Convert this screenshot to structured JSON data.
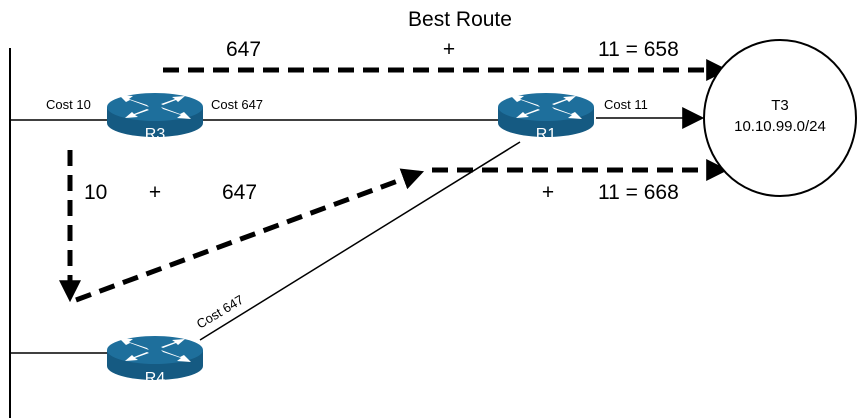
{
  "title": "Best Route",
  "colors": {
    "router_top": "#1e6f9c",
    "router_side": "#155a82",
    "line": "#000000",
    "background": "#ffffff"
  },
  "routers": {
    "r3": {
      "name": "R3"
    },
    "r1": {
      "name": "R1"
    },
    "r4": {
      "name": "R4"
    }
  },
  "links": {
    "r3_lan_cost": "Cost 10",
    "r3_r1_cost": "Cost 647",
    "r1_t3_cost": "Cost 11",
    "r4_r1_cost": "Cost 647"
  },
  "destination": {
    "name": "T3",
    "subnet": "10.10.99.0/24"
  },
  "route_top": {
    "first_cost": "647",
    "plus": "+",
    "last": "11 = 658"
  },
  "route_bottom": {
    "first_cost": "10",
    "plus1": "+",
    "second_cost": "647",
    "plus2": "+",
    "last": "11 = 668"
  },
  "icons": {
    "router": "router-arrows-icon",
    "arrow": "arrowhead-icon"
  }
}
